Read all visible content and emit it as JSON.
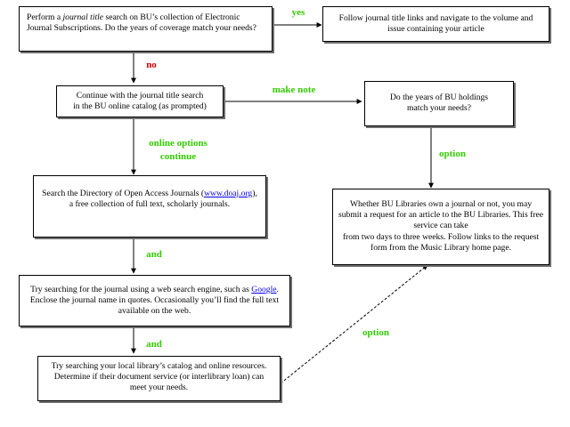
{
  "colors": {
    "option_label": "#33cc00",
    "no_label": "#cc0000",
    "link": "#0000ee"
  },
  "boxes": {
    "b1": {
      "pre": "Perform a ",
      "em": "journal title",
      "post": " search on BU’s collection of Electronic Journal Subscriptions. Do the years of coverage match your needs?"
    },
    "b2": {
      "text": "Follow journal title links and navigate to the volume and issue containing your article"
    },
    "b3": {
      "line1": "Continue with the journal title search",
      "line2": "in the BU online catalog (as prompted)"
    },
    "b4": {
      "line1": "Do the years of BU holdings",
      "line2": "match your needs?"
    },
    "b5": {
      "pre": "Search the Directory of Open Access Journals (",
      "link": "www.doaj.org",
      "post": "), a free collection of full text, scholarly journals."
    },
    "b6": {
      "line1": "Whether BU Libraries own a journal or not, you may submit a request for an article to the BU Libraries. This free service can take",
      "line2": "from two days to three weeks. Follow links to the request form from the Music Library home page."
    },
    "b7": {
      "pre": "Try searching for the journal using a web search engine, such as ",
      "link": "Google",
      "post": ". Enclose the journal name in quotes. Occasionally you’ll find the full text available on the web."
    },
    "b8": {
      "text": "Try searching your local library’s catalog and online resources. Determine if their document service (or interlibrary loan) can meet your needs."
    }
  },
  "labels": {
    "yes": "yes",
    "no": "no",
    "make_note": "make note",
    "online_options_1": "online options",
    "online_options_2": "continue",
    "option_right": "option",
    "and_1": "and",
    "and_2": "and",
    "option_bottom": "option"
  }
}
